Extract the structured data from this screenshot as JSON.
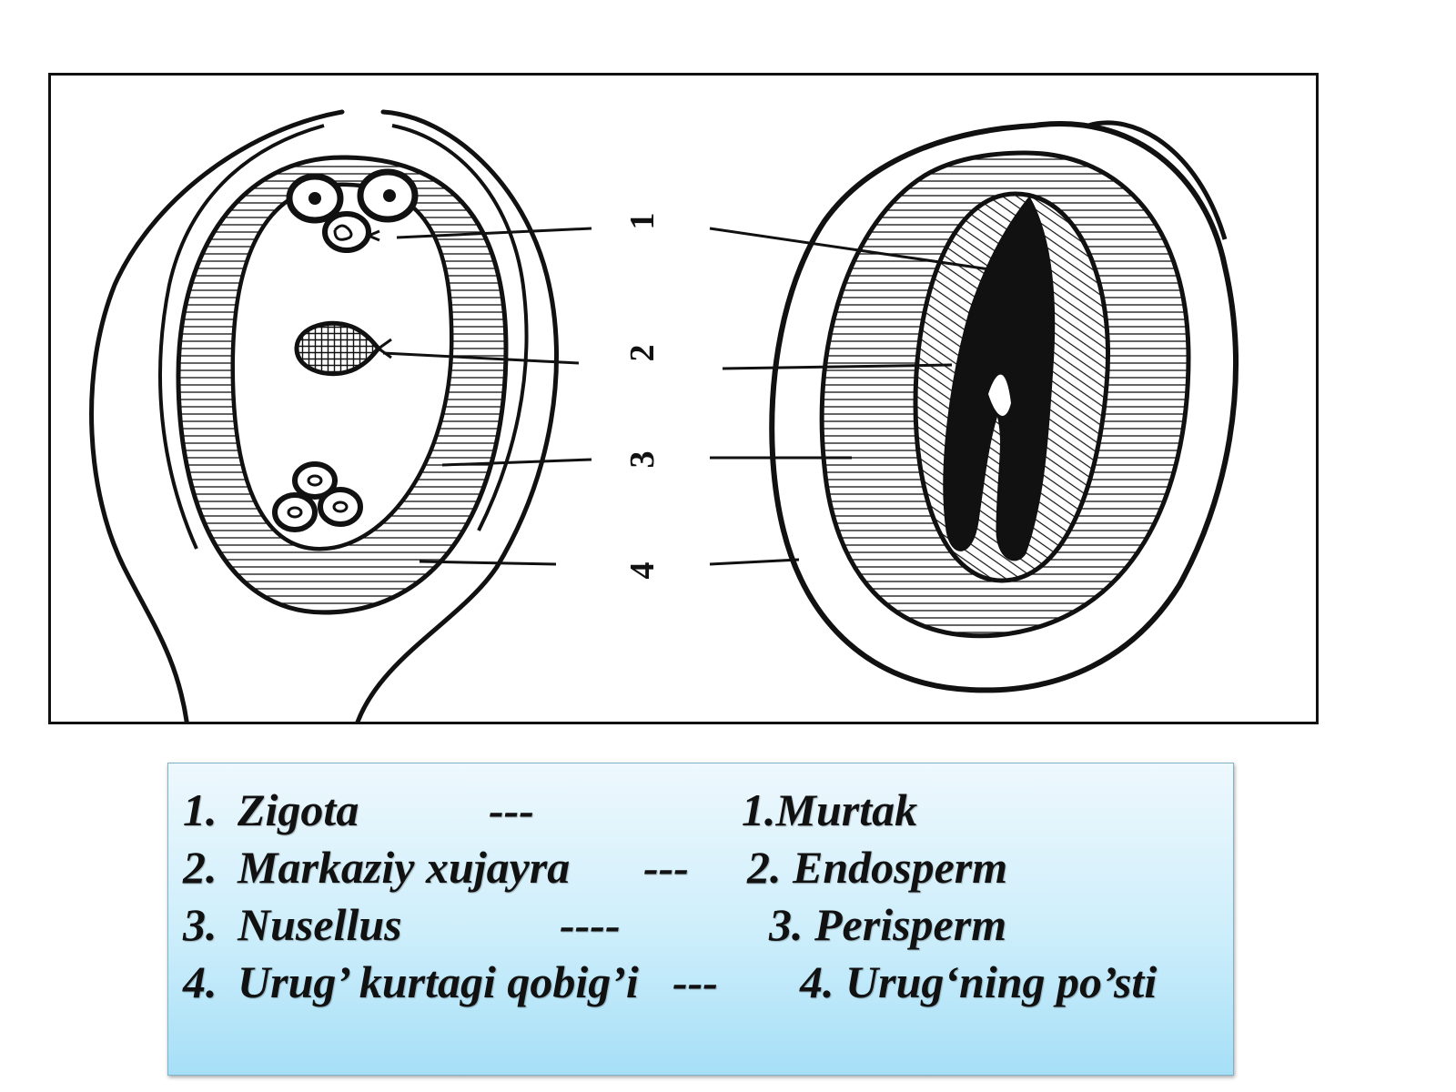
{
  "diagram": {
    "callout_numbers": [
      "1",
      "2",
      "3",
      "4"
    ]
  },
  "legend": {
    "rows": [
      {
        "num": "1.",
        "left": "Zigota",
        "sep": "---",
        "right": "1.Murtak"
      },
      {
        "num": "2.",
        "left": "Markaziy xujayra",
        "sep": "---",
        "right": "2. Endosperm"
      },
      {
        "num": "3.",
        "left": "Nusellus",
        "sep": "----",
        "right": "3. Perisperm"
      },
      {
        "num": "4.",
        "left": "Urug’ kurtagi qobig’i",
        "sep": "---",
        "right": "4. Urug‘ning po’sti"
      }
    ]
  },
  "colors": {
    "ink": "#111111",
    "caption_top": "#eef8fd",
    "caption_bottom": "#a6dff7"
  }
}
